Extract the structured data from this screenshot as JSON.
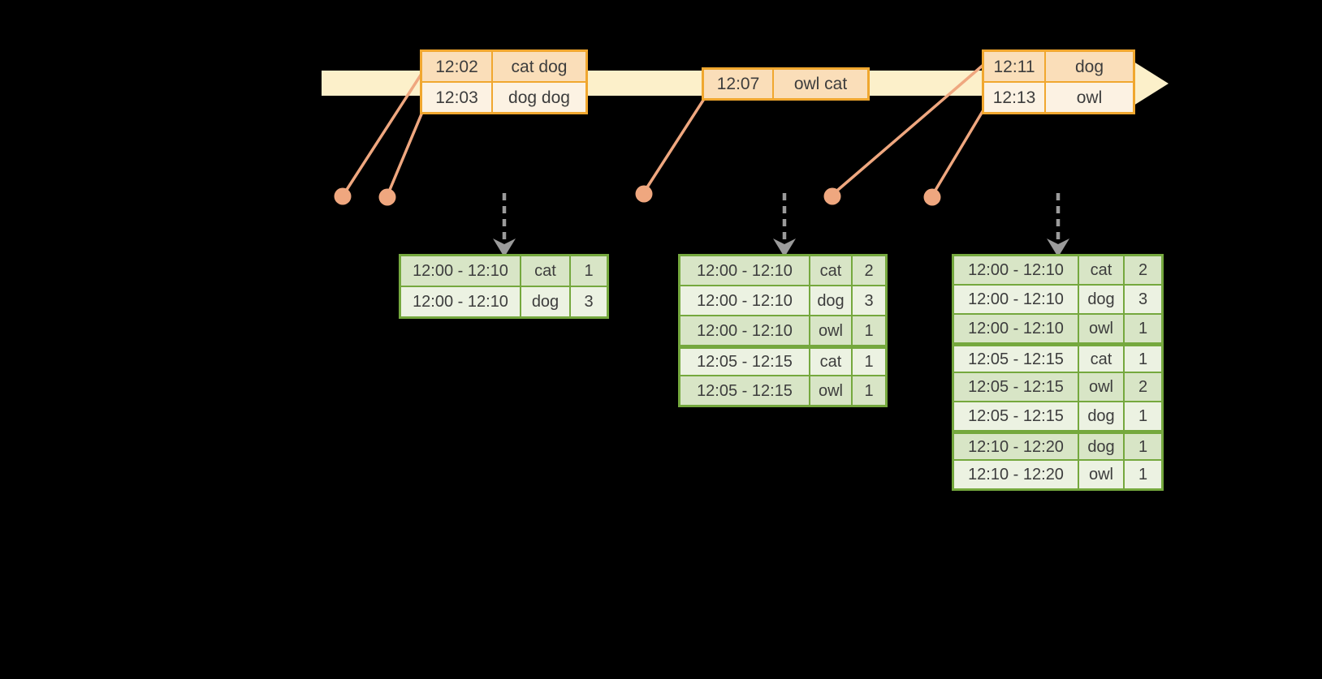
{
  "diagram": {
    "title": "windowed-grouped-aggregation-stream-diagram",
    "background": "#000000"
  },
  "colors": {
    "timeline_cream": "#FCF0CA",
    "event_border_gold": "#F0A72F",
    "event_row_dark": "#FADEB9",
    "event_row_light": "#FCF2E3",
    "event_dot_salmon": "#EFA77F",
    "result_border_green": "#75A83E",
    "result_row_dark": "#D8E5C6",
    "result_row_light": "#ECF2E2",
    "trigger_arrow_gray": "#9B9B9B",
    "text": "#3D3D3D"
  },
  "icons": {
    "timeline_arrowhead": "right-arrow",
    "trigger_arrow": "dashed-down-arrow",
    "event_marker": "filled-circle"
  },
  "events": [
    {
      "rows": [
        {
          "time": "12:02",
          "words": "cat dog"
        },
        {
          "time": "12:03",
          "words": "dog dog"
        }
      ]
    },
    {
      "rows": [
        {
          "time": "12:07",
          "words": "owl cat"
        }
      ]
    },
    {
      "rows": [
        {
          "time": "12:11",
          "words": "dog"
        },
        {
          "time": "12:13",
          "words": "owl"
        }
      ]
    }
  ],
  "results": [
    {
      "rows": [
        {
          "window": "12:00 - 12:10",
          "word": "cat",
          "count": "1"
        },
        {
          "window": "12:00 - 12:10",
          "word": "dog",
          "count": "3"
        }
      ]
    },
    {
      "rows": [
        {
          "window": "12:00 - 12:10",
          "word": "cat",
          "count": "2"
        },
        {
          "window": "12:00 - 12:10",
          "word": "dog",
          "count": "3"
        },
        {
          "window": "12:00 - 12:10",
          "word": "owl",
          "count": "1"
        },
        {
          "window": "12:05 - 12:15",
          "word": "cat",
          "count": "1"
        },
        {
          "window": "12:05 - 12:15",
          "word": "owl",
          "count": "1"
        }
      ]
    },
    {
      "rows": [
        {
          "window": "12:00 - 12:10",
          "word": "cat",
          "count": "2"
        },
        {
          "window": "12:00 - 12:10",
          "word": "dog",
          "count": "3"
        },
        {
          "window": "12:00 - 12:10",
          "word": "owl",
          "count": "1"
        },
        {
          "window": "12:05 - 12:15",
          "word": "cat",
          "count": "1"
        },
        {
          "window": "12:05 - 12:15",
          "word": "owl",
          "count": "2"
        },
        {
          "window": "12:05 - 12:15",
          "word": "dog",
          "count": "1"
        },
        {
          "window": "12:10 - 12:20",
          "word": "dog",
          "count": "1"
        },
        {
          "window": "12:10 - 12:20",
          "word": "owl",
          "count": "1"
        }
      ]
    }
  ]
}
